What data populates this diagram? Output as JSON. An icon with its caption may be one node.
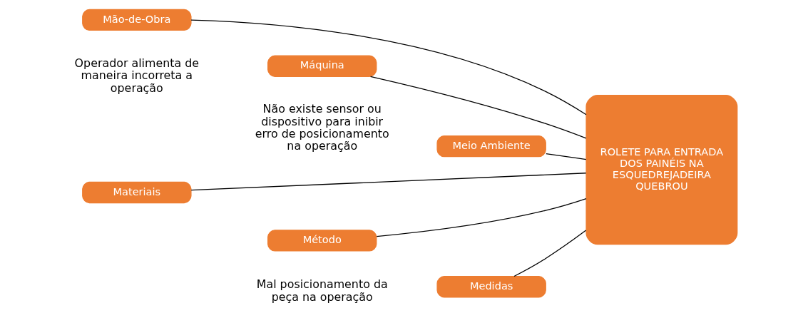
{
  "diagram": {
    "nodes": [
      {
        "text": [
          "Mão-de-Obra"
        ],
        "beside": [
          "Operador alimenta de maneira incorreta a operação"
        ]
      },
      {
        "text": [
          "Máquina"
        ],
        "beside": [
          "Não existe sensor ou dispositivo para inibir erro de posicionamento na operação"
        ]
      },
      {
        "text": [
          "Meio Ambiente"
        ]
      },
      {
        "text": [
          "Materiais"
        ]
      },
      {
        "text": [
          "Método"
        ],
        "beside": [
          "Mal posicionamento da peça na operação"
        ]
      },
      {
        "text": [
          "Medidas"
        ]
      },
      {
        "text": [
          "ROLETE PARA ENTRADA DOS PAINÉIS NA ESQUEDREJADEIRA QUEBROU"
        ]
      }
    ],
    "edges": [
      {
        "from": 0,
        "to": 6,
        "arrow": "none"
      },
      {
        "from": 1,
        "to": 6,
        "arrow": "none"
      },
      {
        "from": 2,
        "to": 6,
        "arrow": "none"
      },
      {
        "from": 3,
        "to": 6,
        "arrow": "none"
      },
      {
        "from": 4,
        "to": 6,
        "arrow": "none"
      },
      {
        "from": 5,
        "to": 6,
        "arrow": "none"
      }
    ]
  }
}
